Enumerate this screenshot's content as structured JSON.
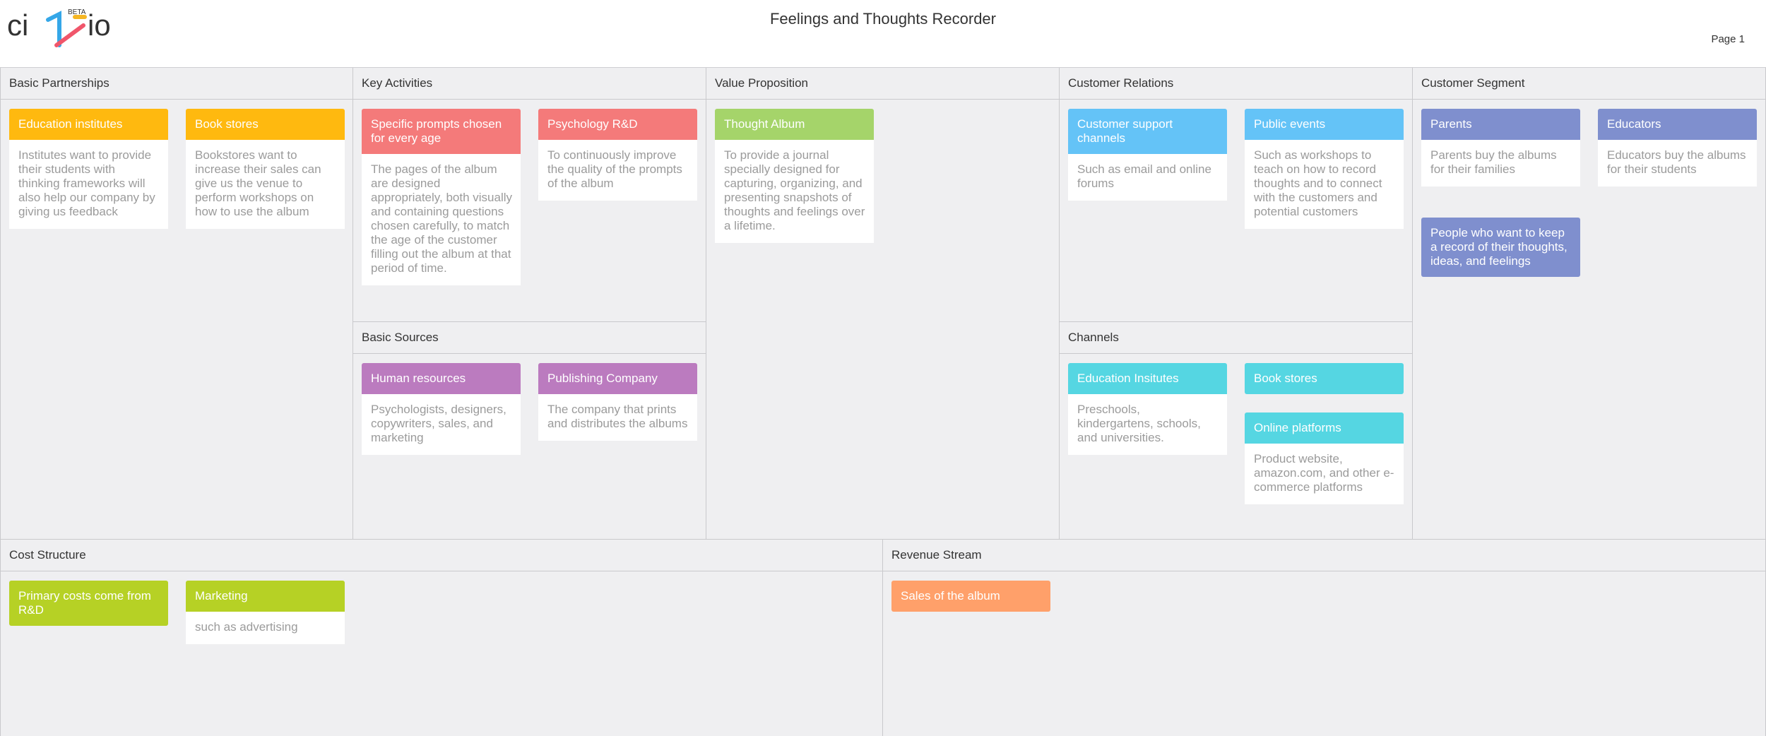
{
  "header": {
    "logo_text": "ci io",
    "logo_badge": "BETA",
    "title": "Feelings and Thoughts Recorder",
    "page": "Page 1"
  },
  "colors": {
    "yellow": "#ffb90f",
    "red": "#f47a7a",
    "green": "#a5d46a",
    "blue": "#64c3f7",
    "indigo": "#7f8fce",
    "purple": "#bb7bbf",
    "cyan": "#55d6e2",
    "lime": "#b6d125",
    "orange": "#ffa06a"
  },
  "sections": {
    "partnerships": {
      "title": "Basic Partnerships",
      "notes": [
        {
          "title": "Education institutes",
          "body": "Institutes want to provide their students with thinking frameworks will also help our company by giving us feedback"
        },
        {
          "title": "Book stores",
          "body": "Bookstores want to increase their sales can give us the venue to perform workshops on how to use the album"
        }
      ]
    },
    "activities": {
      "title": "Key Activities",
      "notes": [
        {
          "title": "Specific prompts chosen for every age",
          "body": "The pages of the album are designed appropriately, both visually and containing questions chosen carefully, to match the age of the customer filling out the album at that period of time."
        },
        {
          "title": "Psychology R&D",
          "body": "To continuously improve the quality of the prompts of the album"
        }
      ]
    },
    "sources": {
      "title": "Basic Sources",
      "notes": [
        {
          "title": "Human resources",
          "body": "Psychologists, designers, copywriters, sales, and marketing"
        },
        {
          "title": "Publishing Company",
          "body": "The company that prints and distributes the albums"
        }
      ]
    },
    "value": {
      "title": "Value Proposition",
      "notes": [
        {
          "title": "Thought Album",
          "body": "To provide a journal specially designed for capturing, organizing, and presenting snapshots of thoughts and feelings over a lifetime."
        }
      ]
    },
    "relations": {
      "title": "Customer Relations",
      "notes": [
        {
          "title": "Customer support channels",
          "body": "Such as email and online forums"
        },
        {
          "title": "Public events",
          "body": "Such as workshops to teach on how to record thoughts and to connect with the customers and potential customers"
        }
      ]
    },
    "channels": {
      "title": "Channels",
      "notes": [
        {
          "title": "Education Insitutes",
          "body": "Preschools, kindergartens, schools, and universities."
        },
        {
          "title": "Book stores"
        },
        {
          "title": "Online platforms",
          "body": "Product website, amazon.com, and other e-commerce platforms"
        }
      ]
    },
    "segment": {
      "title": "Customer Segment",
      "notes": [
        {
          "title": "Parents",
          "body": "Parents buy the albums for their families"
        },
        {
          "title": "Educators",
          "body": "Educators buy the albums for their students"
        },
        {
          "title": "People who want to keep a record of their thoughts, ideas, and feelings"
        }
      ]
    },
    "cost": {
      "title": "Cost Structure",
      "notes": [
        {
          "title": "Primary costs come from R&D"
        },
        {
          "title": "Marketing",
          "body": "such as advertising"
        }
      ]
    },
    "revenue": {
      "title": "Revenue Stream",
      "notes": [
        {
          "title": "Sales of the album"
        }
      ]
    }
  }
}
